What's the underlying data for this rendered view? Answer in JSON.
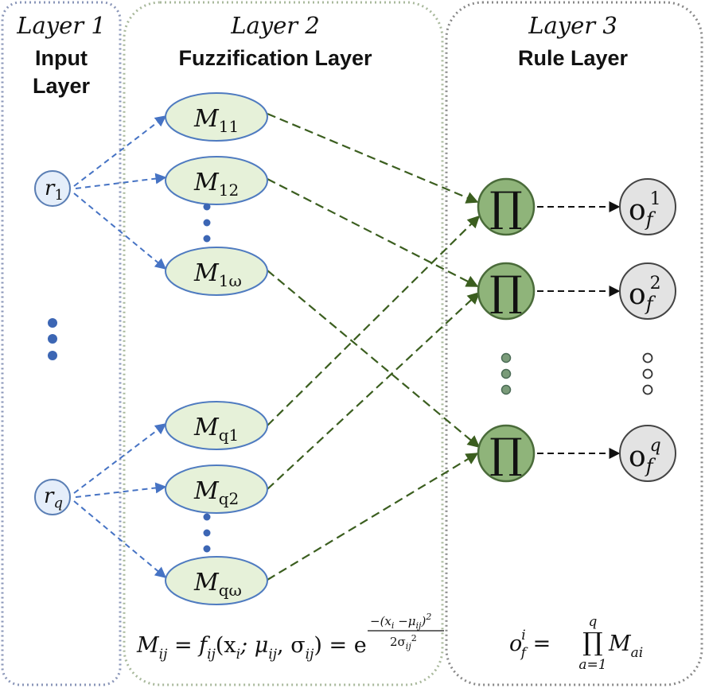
{
  "layers": [
    {
      "italic_title": "Layer 1",
      "bold_title_line1": "Input",
      "bold_title_line2": "Layer"
    },
    {
      "italic_title": "Layer 2",
      "bold_title": "Fuzzification Layer"
    },
    {
      "italic_title": "Layer 3",
      "bold_title": "Rule Layer"
    }
  ],
  "inputs": [
    {
      "base": "r",
      "sub": "1"
    },
    {
      "base": "r",
      "sub": "q"
    }
  ],
  "membership_nodes": [
    {
      "base": "M",
      "sub": "11"
    },
    {
      "base": "M",
      "sub": "12"
    },
    {
      "base": "M",
      "sub": "1ω"
    },
    {
      "base": "M",
      "sub": "q1"
    },
    {
      "base": "M",
      "sub": "q2"
    },
    {
      "base": "M",
      "sub": "qω"
    }
  ],
  "rule_symbol": "∏",
  "outputs": [
    {
      "base": "o",
      "sub": "f",
      "sup": "1"
    },
    {
      "base": "o",
      "sub": "f",
      "sup": "2"
    },
    {
      "base": "o",
      "sub": "f",
      "sup": "q"
    }
  ],
  "formula_left": {
    "lhs": "M",
    "lhs_sub": "ij",
    "eq1": " = ",
    "f": "f",
    "f_sub": "ij",
    "args": "(x",
    "args_sub": "i",
    "args_rest": "; μ",
    "mu_sub": "ij",
    "comma": ", σ",
    "sigma_sub": "ij",
    "close": ")",
    "eq2": " = e",
    "exp_num": "−(x",
    "exp_num_sub": "i",
    "exp_num_mid": " −μ",
    "exp_num_mu_sub": "ij",
    "exp_num_close": ")",
    "exp_num_pow": "2",
    "exp_den": "2σ",
    "exp_den_sub": "ij",
    "exp_den_pow": "2"
  },
  "formula_right": {
    "lhs": "o",
    "lhs_sup": "i",
    "lhs_sub": "f",
    "eq": " = ",
    "prod": "∏",
    "prod_top": "q",
    "prod_bottom": "a=1",
    "rhs": "M",
    "rhs_sub": "ai"
  },
  "colors": {
    "input_fill": "#e5eefa",
    "input_stroke": "#5b7fb5",
    "membership_fill": "#e6f1d9",
    "membership_stroke": "#4f7bc0",
    "rule_fill": "#8fb47a",
    "rule_stroke": "#4a6b3a",
    "output_fill": "#e3e3e3",
    "output_stroke": "#444444",
    "blue_arrow": "#4673c4",
    "green_arrow": "#3b5e1f",
    "dot_blue": "#3c66b4",
    "dot_green": "#7a9b79"
  }
}
